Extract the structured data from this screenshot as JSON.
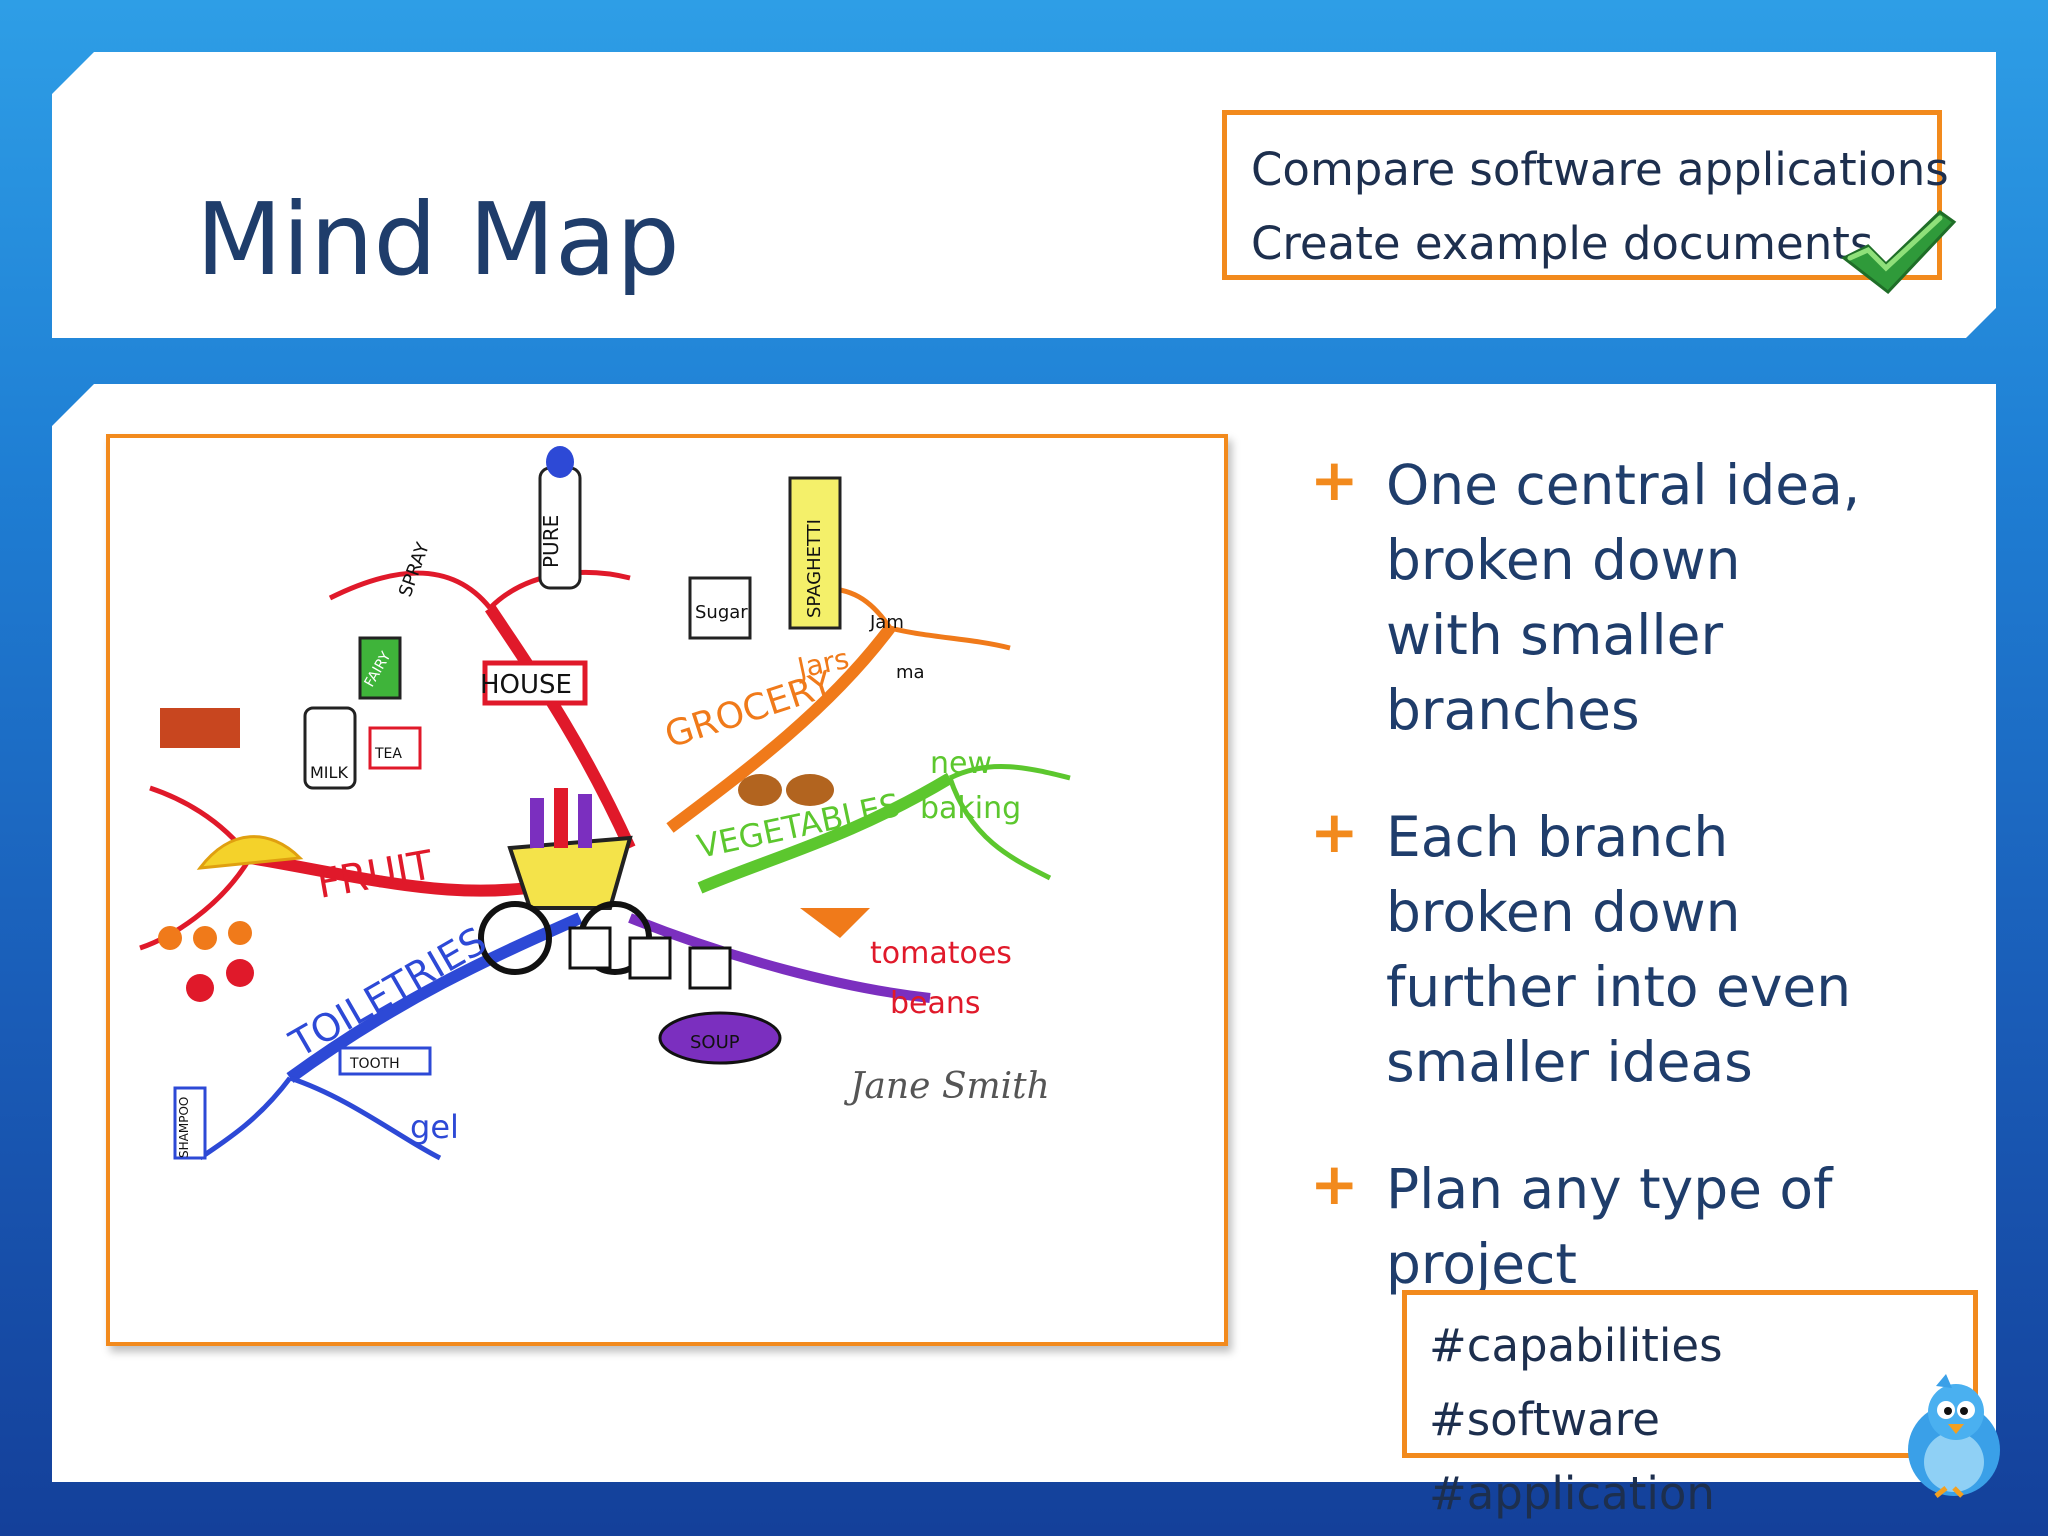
{
  "title": "Mind Map",
  "objectives": [
    "Compare software applications",
    "Create example documents"
  ],
  "bullets": [
    "One central idea, broken down with smaller branches",
    "Each branch broken down further into even smaller ideas",
    "Plan any type of project"
  ],
  "hashtags": [
    "#capabilities",
    "#software",
    "#application"
  ],
  "mindmap": {
    "branches": [
      "HOUSE",
      "GROCERY",
      "VEGETABLES",
      "FRUIT",
      "TOILETRIES"
    ],
    "items": [
      "SPRAY",
      "PURE",
      "FAIRY",
      "MILK",
      "TEA",
      "Sugar",
      "SPAGHETTI",
      "Jars",
      "Jam",
      "ma",
      "new",
      "baking",
      "tomatoes",
      "beans",
      "SOUP",
      "TOOTH",
      "gel",
      "SHAMPOO"
    ],
    "signature": "Jane Smith"
  },
  "colors": {
    "accent": "#f28a1d",
    "title": "#1f3d6b",
    "text": "#1d2f4e"
  },
  "icons": [
    "checkmark-icon",
    "plus-icon",
    "twitter-bird-icon"
  ]
}
